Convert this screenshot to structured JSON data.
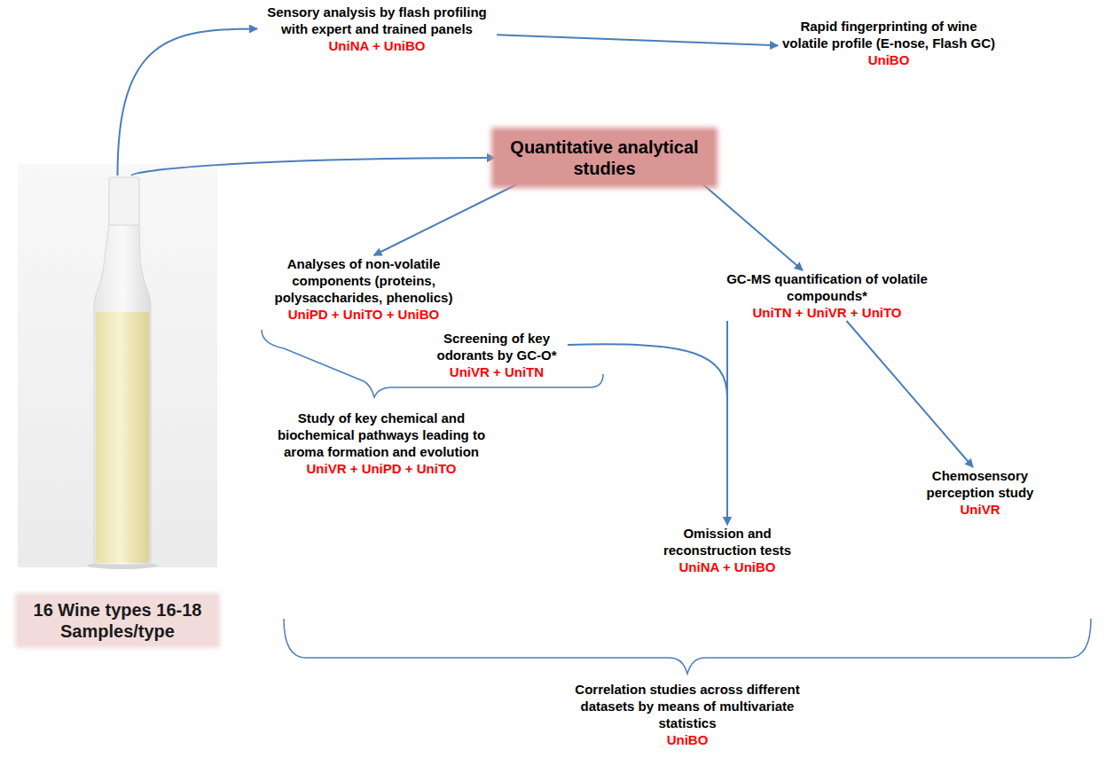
{
  "diagram": {
    "nodes": [
      {
        "text": [
          "16 Wine types 16-18 Samples/type"
        ]
      },
      {
        "text": [
          "Sensory analysis by flash profiling with expert and trained panels",
          "UniNA + UniBO"
        ]
      },
      {
        "text": [
          "Rapid fingerprinting of wine volatile profile (E-nose, Flash GC)",
          "UniBO"
        ]
      },
      {
        "text": [
          "Quantitative analytical studies"
        ]
      },
      {
        "text": [
          "Analyses of non-volatile components (proteins, polysaccharides, phenolics)",
          "UniPD + UniTO + UniBO"
        ]
      },
      {
        "text": [
          "GC-MS quantification of volatile compounds*",
          "UniTN + UniVR + UniTO"
        ]
      },
      {
        "text": [
          "Screening of key odorants by GC-O*",
          "UniVR + UniTN"
        ]
      },
      {
        "text": [
          "Study of key chemical and biochemical pathways leading to aroma formation and evolution",
          "UniVR + UniPD + UniTO"
        ]
      },
      {
        "text": [
          "Omission and reconstruction tests",
          "UniNA + UniBO"
        ]
      },
      {
        "text": [
          "Chemosensory perception study",
          "UniVR"
        ]
      },
      {
        "text": [
          "Correlation studies across different datasets by means of multivariate statistics",
          "UniBO"
        ]
      }
    ],
    "edges": [
      {
        "from": 0,
        "to": 1,
        "arrow": "to"
      },
      {
        "from": 0,
        "to": 3,
        "arrow": "to"
      },
      {
        "from": 1,
        "to": 2,
        "arrow": "to"
      },
      {
        "from": 3,
        "to": 4,
        "arrow": "to"
      },
      {
        "from": 3,
        "to": 5,
        "arrow": "to"
      },
      {
        "from": 5,
        "to": 8,
        "arrow": "to"
      },
      {
        "from": 6,
        "to": 8,
        "arrow": "to"
      },
      {
        "from": 5,
        "to": 9,
        "arrow": "to"
      }
    ]
  }
}
